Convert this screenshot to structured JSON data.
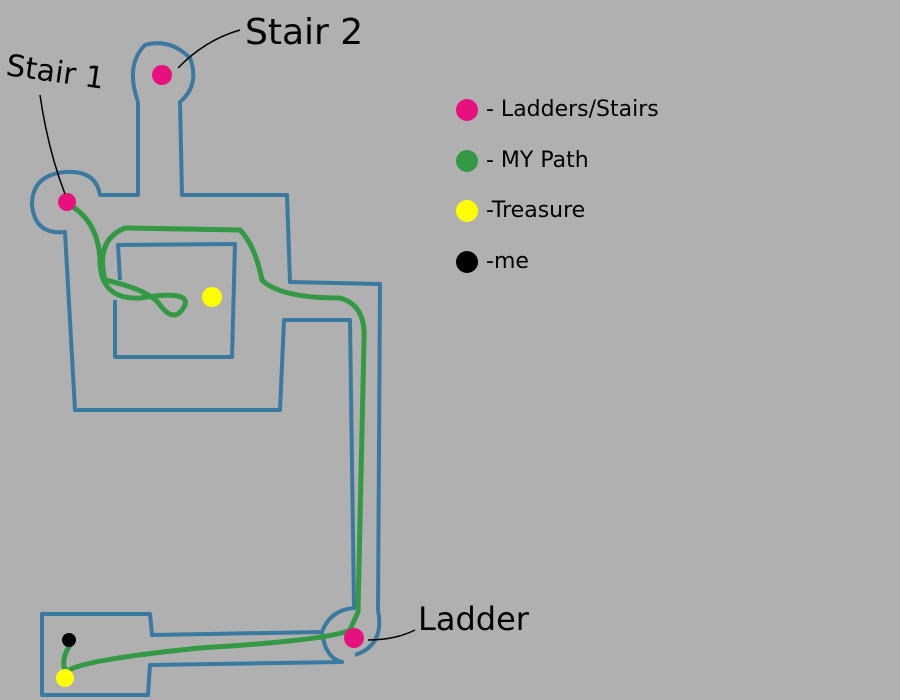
{
  "labels": {
    "stair2": "Stair 2",
    "stair1": "Stair 1",
    "ladder": "Ladder"
  },
  "legend": [
    {
      "label": "- Ladders/Stairs",
      "color": "#e8107c"
    },
    {
      "label": "- MY Path",
      "color": "#339944"
    },
    {
      "label": "-Treasure",
      "color": "#ffff00"
    },
    {
      "label": "-me",
      "color": "#000000"
    }
  ],
  "colors": {
    "background": "#b0b0b0",
    "walls": "#3a7aa0",
    "path": "#339944",
    "stairs": "#e8107c",
    "treasure": "#ffff00",
    "me": "#000000"
  }
}
